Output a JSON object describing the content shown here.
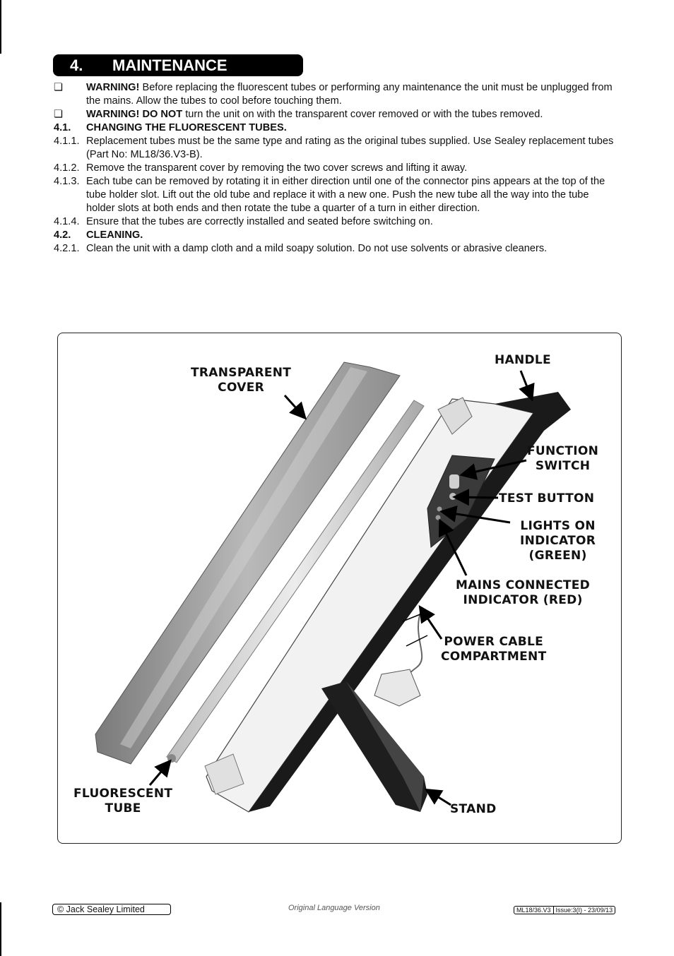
{
  "section": {
    "number": "4.",
    "title": "MAINTENANCE"
  },
  "paragraphs": [
    {
      "label": "❏",
      "bold": "WARNING!",
      "text": " Before replacing the fluorescent tubes or performing any maintenance the unit must be unplugged from the mains. Allow the tubes to cool before touching them."
    },
    {
      "label": "❏",
      "bold": "WARNING! DO NOT",
      "text": " turn the unit on with the transparent cover removed or with the tubes removed."
    },
    {
      "label": "4.1.",
      "bold": "CHANGING THE FLUORESCENT TUBES.",
      "text": ""
    },
    {
      "label": "4.1.1.",
      "bold": "",
      "text": "Replacement tubes must be the same type and rating as the original tubes supplied. Use Sealey replacement tubes (Part No: ML18/36.V3-B)."
    },
    {
      "label": "4.1.2.",
      "bold": "",
      "text": "Remove the transparent cover by removing the two cover screws and lifting it away."
    },
    {
      "label": "4.1.3.",
      "bold": "",
      "text": "Each tube can be removed by rotating it in either direction until one of the connector pins appears at the top of the tube holder slot. Lift out the old tube and replace it with a new one. Push the new tube all the way into the tube holder slots at both ends and then rotate the tube a quarter of a turn in either direction."
    },
    {
      "label": "4.1.4.",
      "bold": "",
      "text": "Ensure that the tubes are correctly installed and seated before switching on."
    },
    {
      "label": "4.2.",
      "bold": "CLEANING.",
      "text": ""
    },
    {
      "label": "4.2.1.",
      "bold": "",
      "text": "Clean the unit with a damp cloth and a mild soapy solution. Do not use solvents or abrasive cleaners."
    }
  ],
  "diagram": {
    "labels": {
      "transparent_cover": "TRANSPARENT\nCOVER",
      "handle": "HANDLE",
      "function_switch": "FUNCTION\nSWITCH",
      "test_button": "TEST BUTTON",
      "lights_on": "LIGHTS ON\nINDICATOR\n(GREEN)",
      "mains_connected": "MAINS CONNECTED\nINDICATOR (RED)",
      "power_cable": "POWER CABLE\nCOMPARTMENT",
      "fluorescent_tube": "FLUORESCENT\nTUBE",
      "stand": "STAND"
    }
  },
  "footer": {
    "copyright": "© Jack Sealey Limited",
    "center": "Original Language Version",
    "model": "ML18/36.V3",
    "issue": "Issue:3(I) - 23/09/13"
  }
}
